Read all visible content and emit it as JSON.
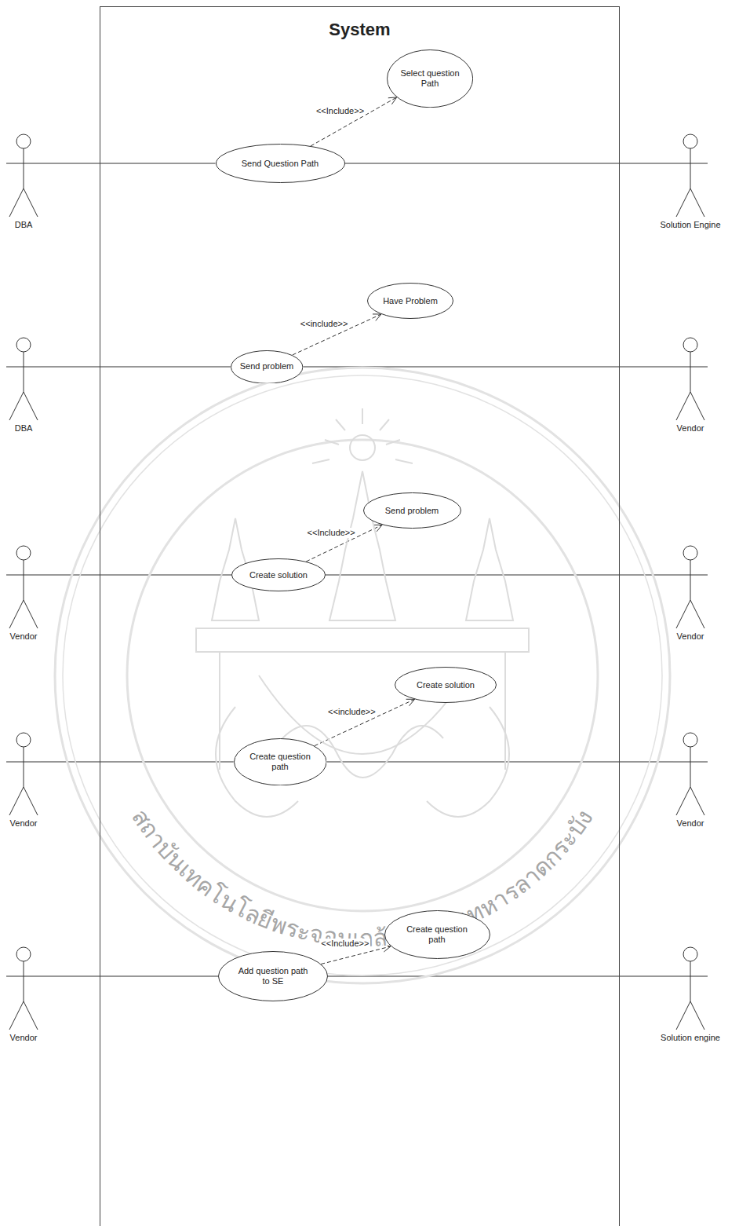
{
  "diagram": {
    "nodes": [
      {
        "text": [
          "System"
        ]
      },
      {
        "text": [
          "DBA"
        ]
      },
      {
        "text": [
          "Select question Path"
        ],
        "in": 0
      },
      {
        "text": [
          "Send Question Path"
        ],
        "in": 0
      },
      {
        "text": [
          "Solution Engine"
        ]
      },
      {
        "text": [
          "DBA"
        ]
      },
      {
        "text": [
          "Have Problem"
        ],
        "in": 0
      },
      {
        "text": [
          "Send problem"
        ],
        "in": 0
      },
      {
        "text": [
          "Vendor"
        ]
      },
      {
        "text": [
          "Vendor"
        ]
      },
      {
        "text": [
          "Send problem"
        ],
        "in": 0
      },
      {
        "text": [
          "Create solution"
        ],
        "in": 0
      },
      {
        "text": [
          "Vendor"
        ]
      },
      {
        "text": [
          "Vendor"
        ]
      },
      {
        "text": [
          "Create solution"
        ],
        "in": 0
      },
      {
        "text": [
          "Create question path"
        ],
        "in": 0
      },
      {
        "text": [
          "Vendor"
        ]
      },
      {
        "text": [
          "Vendor"
        ]
      },
      {
        "text": [
          "Create question path"
        ],
        "in": 0
      },
      {
        "text": [
          "Add question path to SE"
        ],
        "in": 0
      },
      {
        "text": [
          "Solution engine"
        ]
      }
    ],
    "edges": [
      {
        "from": 1,
        "to": 3,
        "arrow": "none"
      },
      {
        "from": 3,
        "to": 4,
        "arrow": "none"
      },
      {
        "from": 3,
        "to": 2,
        "label": "<<Include>>",
        "arrow": "to"
      },
      {
        "from": 5,
        "to": 7,
        "arrow": "none"
      },
      {
        "from": 7,
        "to": 8,
        "arrow": "none"
      },
      {
        "from": 7,
        "to": 6,
        "label": "<<include>>",
        "arrow": "to"
      },
      {
        "from": 9,
        "to": 11,
        "arrow": "none"
      },
      {
        "from": 11,
        "to": 12,
        "arrow": "none"
      },
      {
        "from": 11,
        "to": 10,
        "label": "<<Include>>",
        "arrow": "to"
      },
      {
        "from": 13,
        "to": 15,
        "arrow": "none"
      },
      {
        "from": 15,
        "to": 16,
        "arrow": "none"
      },
      {
        "from": 15,
        "to": 14,
        "label": "<<include>>",
        "arrow": "to"
      },
      {
        "from": 17,
        "to": 19,
        "arrow": "none"
      },
      {
        "from": 19,
        "to": 20,
        "arrow": "none"
      },
      {
        "from": 19,
        "to": 18,
        "label": "<<Include>>",
        "arrow": "to"
      }
    ],
    "labels": [
      "สถาบันเทคโนโลยีพระจอมเกล้าเจ้าคุณทหารลาดกระบัง"
    ]
  }
}
